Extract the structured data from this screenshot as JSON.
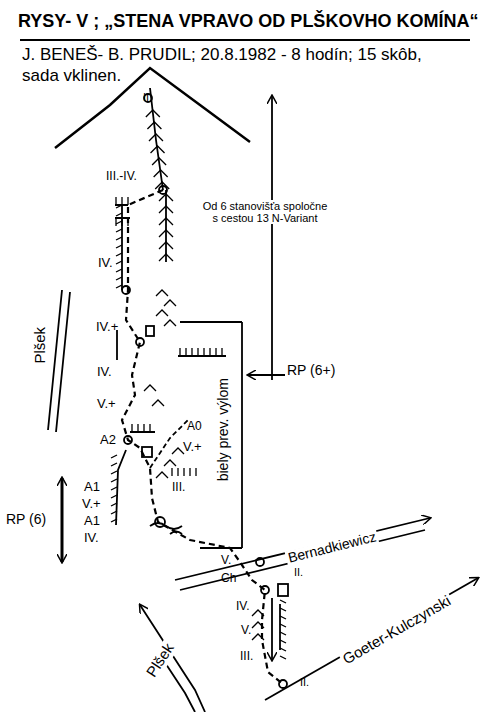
{
  "diagram": {
    "title": "RYSY- V ; „STENA VPRAVO OD PLŠKOVHO KOMÍNA“",
    "labels": [
      "J. BENEŠ- B. PRUDIL; 20.8.1982 - 8 hodín; 15 skôb, sada vklinen.",
      "II.",
      "III.-IV.",
      "IV.",
      "Od 6 stanovišťa spoločne s cestou 13 N-Variant",
      "IV.+",
      "IV.",
      "V.+",
      "Plšek",
      "A2",
      "RP (6+)",
      "A0",
      "V.+",
      "A1",
      "V.+",
      "A1",
      "IV.",
      "RP (6)",
      "III.",
      "biely prev. výlom",
      "V.",
      "Ch",
      "Bernadkiewicz",
      "II.",
      "IV.",
      "V.",
      "III.",
      "II.",
      "Goeter-Kulczynski",
      "Plšek"
    ]
  }
}
